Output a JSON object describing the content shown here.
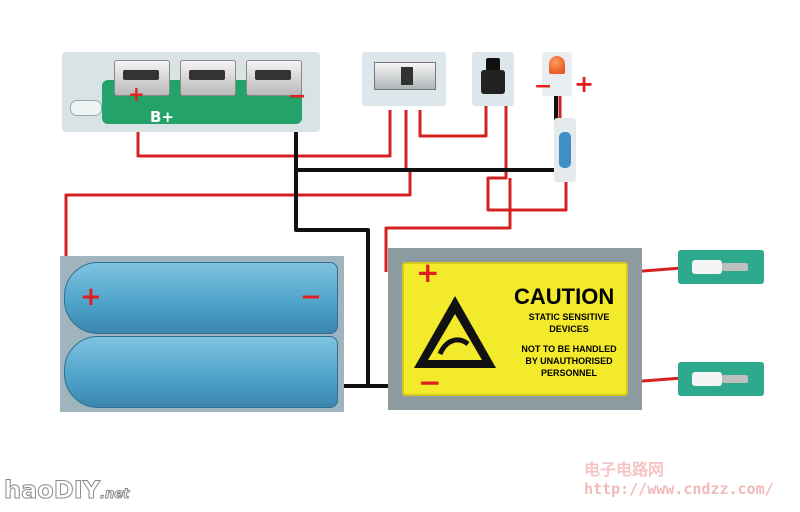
{
  "colors": {
    "positive_wire": "#d42020",
    "negative_wire": "#111111",
    "sign": "#e02020",
    "module_label": "#f2ea2a"
  },
  "components": {
    "pcb_label": "B+",
    "pcb_positive_sign": "+",
    "pcb_negative_sign": "−",
    "led_negative_sign": "−",
    "led_positive_sign": "+",
    "battery_positive_sign": "+",
    "battery_negative_sign": "−",
    "module_positive_sign": "+",
    "module_negative_sign": "−"
  },
  "module": {
    "title": "CAUTION",
    "line1": "STATIC SENSITIVE",
    "line2": "DEVICES",
    "line3": "NOT TO BE HANDLED",
    "line4": "BY UNAUTHORISED",
    "line5": "PERSONNEL"
  },
  "icons": [
    "usb-port-icon",
    "slide-switch-icon",
    "push-button-icon",
    "led-icon",
    "resistor-icon",
    "esd-warning-icon",
    "output-plug-icon"
  ],
  "watermark": {
    "left_main": "haoDIY",
    "left_suffix": ".net",
    "site_cn": "电子电路网",
    "site_url": "http://www.cndzz.com/"
  }
}
